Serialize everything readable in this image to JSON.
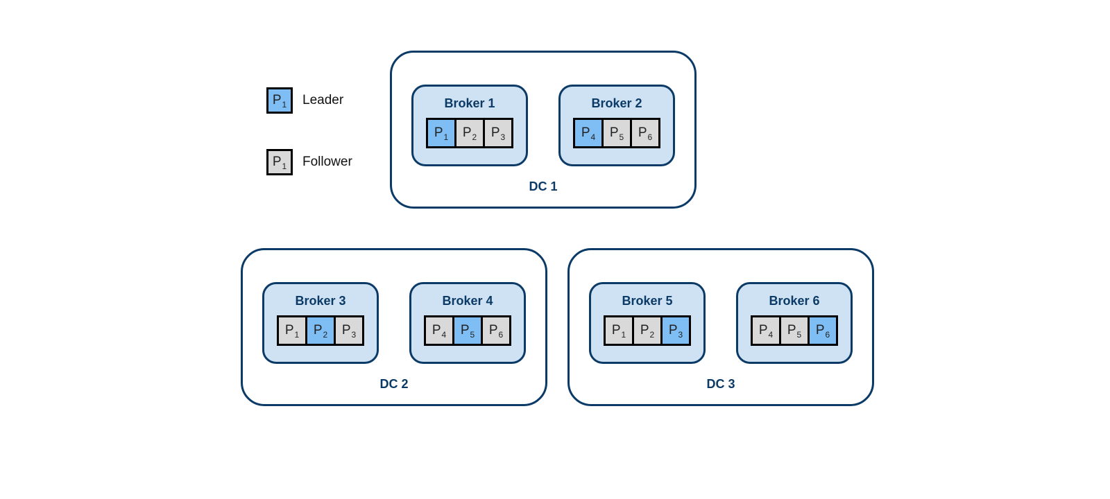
{
  "colors": {
    "leader": "#7ebef5",
    "follower": "#d9d9d9",
    "broker_fill": "#cfe2f3",
    "dc_border": "#0b3a66"
  },
  "legend": {
    "leader": {
      "glyph": "P",
      "sub": "1",
      "label": "Leader"
    },
    "follower": {
      "glyph": "P",
      "sub": "1",
      "label": "Follower"
    }
  },
  "dcs": [
    {
      "label": "DC 1",
      "brokers": [
        {
          "title": "Broker 1",
          "partitions": [
            {
              "p": "P",
              "n": "1",
              "role": "leader"
            },
            {
              "p": "P",
              "n": "2",
              "role": "follower"
            },
            {
              "p": "P",
              "n": "3",
              "role": "follower"
            }
          ]
        },
        {
          "title": "Broker 2",
          "partitions": [
            {
              "p": "P",
              "n": "4",
              "role": "leader"
            },
            {
              "p": "P",
              "n": "5",
              "role": "follower"
            },
            {
              "p": "P",
              "n": "6",
              "role": "follower"
            }
          ]
        }
      ]
    },
    {
      "label": "DC 2",
      "brokers": [
        {
          "title": "Broker 3",
          "partitions": [
            {
              "p": "P",
              "n": "1",
              "role": "follower"
            },
            {
              "p": "P",
              "n": "2",
              "role": "leader"
            },
            {
              "p": "P",
              "n": "3",
              "role": "follower"
            }
          ]
        },
        {
          "title": "Broker 4",
          "partitions": [
            {
              "p": "P",
              "n": "4",
              "role": "follower"
            },
            {
              "p": "P",
              "n": "5",
              "role": "leader"
            },
            {
              "p": "P",
              "n": "6",
              "role": "follower"
            }
          ]
        }
      ]
    },
    {
      "label": "DC 3",
      "brokers": [
        {
          "title": "Broker 5",
          "partitions": [
            {
              "p": "P",
              "n": "1",
              "role": "follower"
            },
            {
              "p": "P",
              "n": "2",
              "role": "follower"
            },
            {
              "p": "P",
              "n": "3",
              "role": "leader"
            }
          ]
        },
        {
          "title": "Broker 6",
          "partitions": [
            {
              "p": "P",
              "n": "4",
              "role": "follower"
            },
            {
              "p": "P",
              "n": "5",
              "role": "follower"
            },
            {
              "p": "P",
              "n": "6",
              "role": "leader"
            }
          ]
        }
      ]
    }
  ]
}
